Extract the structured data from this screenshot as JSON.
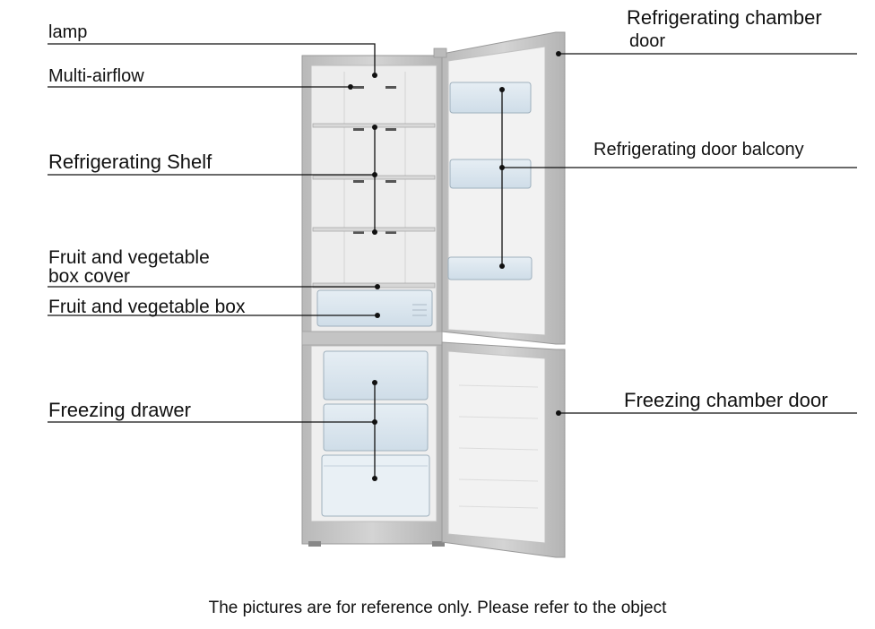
{
  "labels": {
    "lamp": "lamp",
    "multi_airflow": "Multi-airflow",
    "refrigerating_shelf": "Refrigerating Shelf",
    "fruit_box_cover_line1": "Fruit and vegetable",
    "fruit_box_cover_line2": "box cover",
    "fruit_box": "Fruit and vegetable box",
    "freezing_drawer": "Freezing drawer",
    "fridge_door_line1": "Refrigerating chamber",
    "fridge_door_line2": "door",
    "door_balcony": "Refrigerating door balcony",
    "freezer_door": "Freezing chamber door"
  },
  "footer": {
    "caption": "The pictures are for reference only. Please refer to the object"
  },
  "colors": {
    "steel": "#c9c9c9",
    "interior": "#ececec",
    "glass": "#dde8f0",
    "line": "#111111"
  }
}
